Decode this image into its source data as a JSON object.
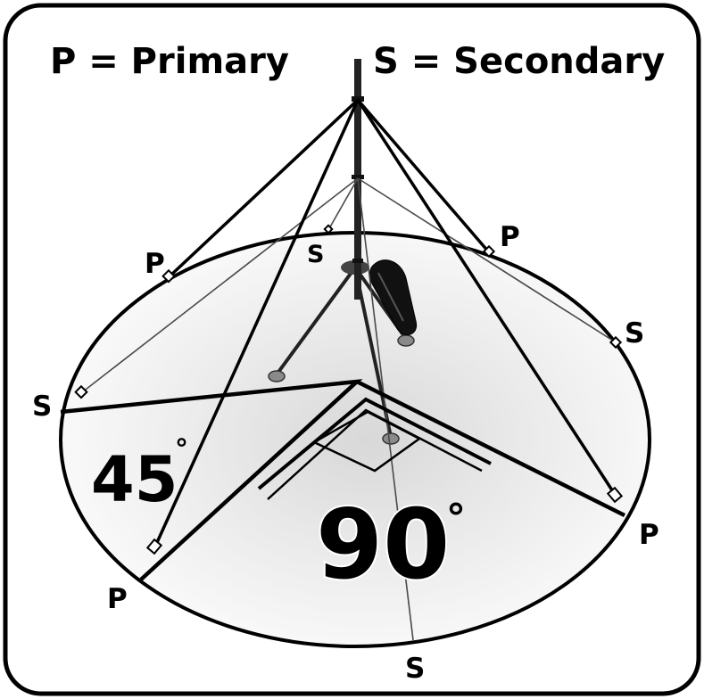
{
  "legend": {
    "primary": "P = Primary",
    "secondary": "S = Secondary"
  },
  "angles": {
    "small": "45",
    "large": "90",
    "degree_symbol": "°"
  },
  "labels": {
    "primary": "P",
    "secondary": "S"
  },
  "colors": {
    "ink": "#000000",
    "background": "#ffffff",
    "ground_shadow": "#e6e6e6"
  }
}
